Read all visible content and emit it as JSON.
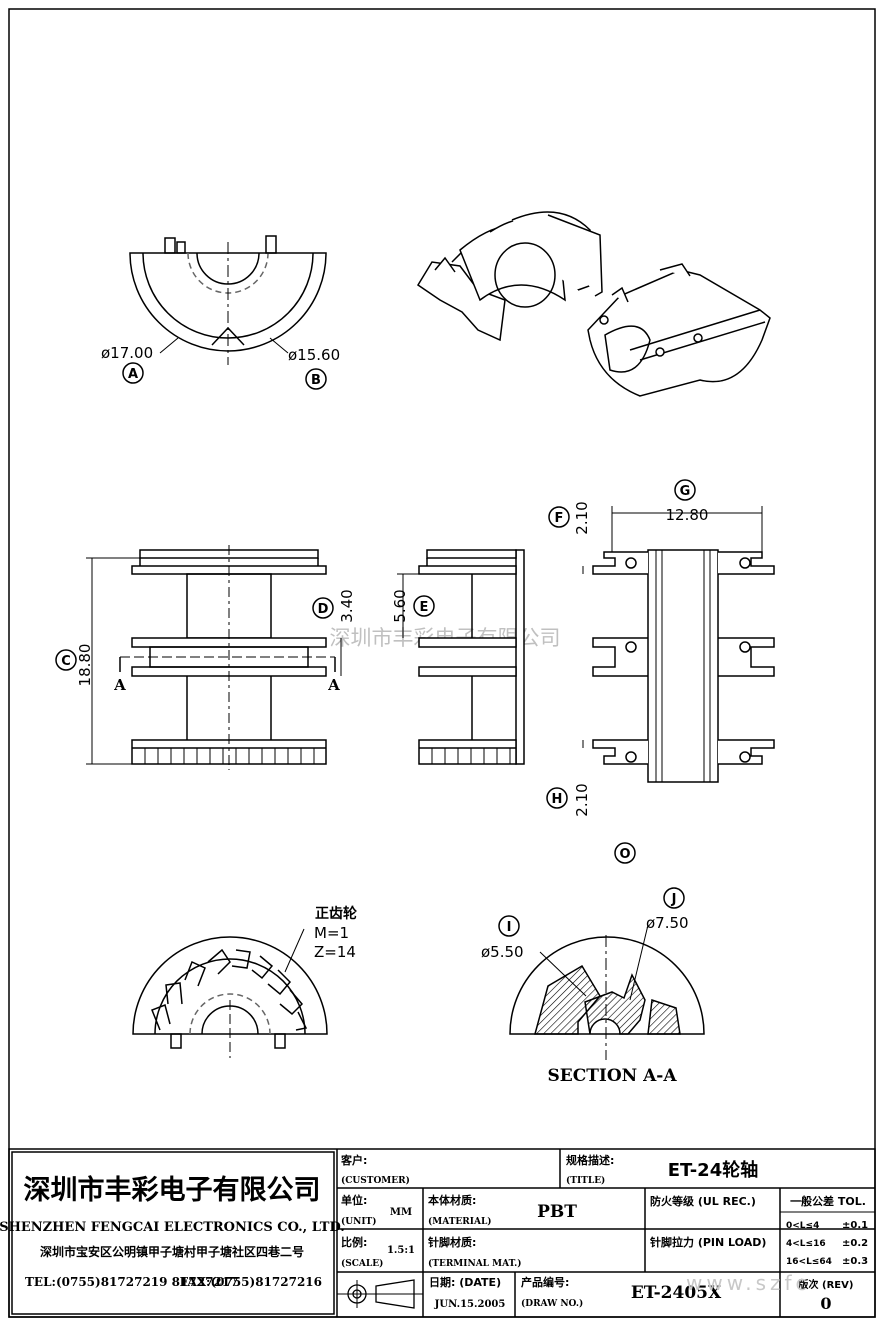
{
  "dimensions": {
    "dia_a": "ø17.00",
    "dia_b": "ø15.60",
    "c_height": "18.80",
    "d_value": "3.40",
    "e_value": "5.60",
    "f_value": "2.10",
    "g_width": "12.80",
    "h_value": "2.10",
    "dia_i": "ø5.50",
    "dia_j": "ø7.50"
  },
  "callouts": {
    "a": "A",
    "b": "B",
    "c": "C",
    "d": "D",
    "e": "E",
    "f": "F",
    "g": "G",
    "h": "H",
    "i": "I",
    "j": "J",
    "o": "O"
  },
  "section_marks": {
    "left": "A",
    "right": "A"
  },
  "gear": {
    "title": "正齿轮",
    "module": "M=1",
    "teeth": "Z=14"
  },
  "section_label": "SECTION A-A",
  "watermark": "深圳市丰彩电子有限公司",
  "watermark_url": "www.szfc",
  "title_block": {
    "company_cn": "深圳市丰彩电子有限公司",
    "company_en": "SHENZHEN FENGCAI ELECTRONICS CO., LTD.",
    "address": "深圳市宝安区公明镇甲子塘村甲子塘社区四巷二号",
    "phone": "TEL:(0755)81727219  81727217",
    "fax": "FAX:(0755)81727216",
    "customer_cn": "客户:",
    "customer_en": "(CUSTOMER)",
    "title_cn": "规格描述:",
    "title_en": "(TITLE)",
    "title_value": "ET-24轮轴",
    "unit_cn": "单位:",
    "unit_en": "(UNIT)",
    "unit_value": "MM",
    "material_cn": "本体材质:",
    "material_en": "(MATERIAL)",
    "material_value": "PBT",
    "ul_label": "防火等级 (UL REC.)",
    "tol_header": "一般公差 TOL.",
    "tol_rows": [
      {
        "range": "0<L≤4",
        "value": "±0.1"
      },
      {
        "range": "4<L≤16",
        "value": "±0.2"
      },
      {
        "range": "16<L≤64",
        "value": "±0.3"
      }
    ],
    "scale_cn": "比例:",
    "scale_en": "(SCALE)",
    "scale_value": "1.5:1",
    "terminal_cn": "针脚材质:",
    "terminal_en": "(TERMINAL MAT.)",
    "pinload_label": "针脚拉力 (PIN LOAD)",
    "date_label": "日期: (DATE)",
    "date_value": "JUN.15.2005",
    "drawno_cn": "产品编号:",
    "drawno_en": "(DRAW NO.)",
    "drawno_value": "ET-2405X",
    "rev_label": "版次 (REV)",
    "rev_value": "0"
  }
}
